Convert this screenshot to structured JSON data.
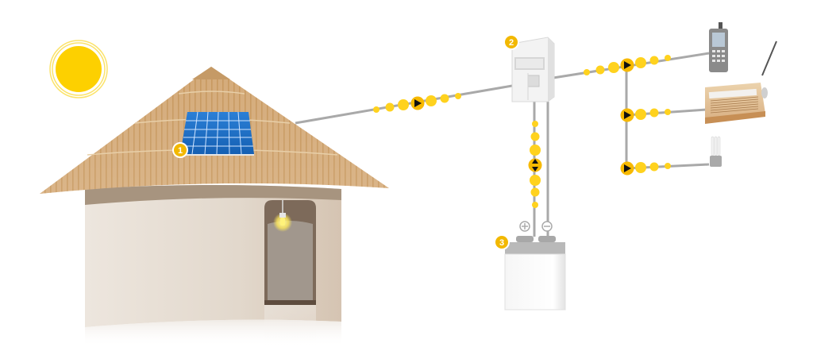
{
  "diagram": {
    "type": "solar-home-system",
    "colors": {
      "background": "#ffffff",
      "sun": "#FDD000",
      "sun_ring": "#FBE36A",
      "flow_dot": "#FFD21E",
      "flow_dot_arrow_bg": "#F7B900",
      "wire": "#A9A9A9",
      "roof": "#D8B184",
      "roof_stripe": "#C49A5E",
      "wall": "#E5DCD2",
      "wall_shadow": "#A7947F",
      "door": "#8A7766",
      "panel": "#1F6FC4",
      "badge": "#F2B800",
      "device_gray": "#E9E9E9",
      "radio_wood": "#E2C297"
    },
    "badges": [
      {
        "number": "1",
        "label": "solar-panel"
      },
      {
        "number": "2",
        "label": "charge-controller"
      },
      {
        "number": "3",
        "label": "battery"
      }
    ],
    "battery_terminals": {
      "positive": "+",
      "negative": "−"
    },
    "devices": [
      "mobile-phone",
      "radio",
      "light-bulb"
    ],
    "house_light": "lit-bulb",
    "flow_arrows": {
      "panel_to_controller": "right",
      "controller_battery": "up-down",
      "controller_to_devices": "right"
    }
  }
}
